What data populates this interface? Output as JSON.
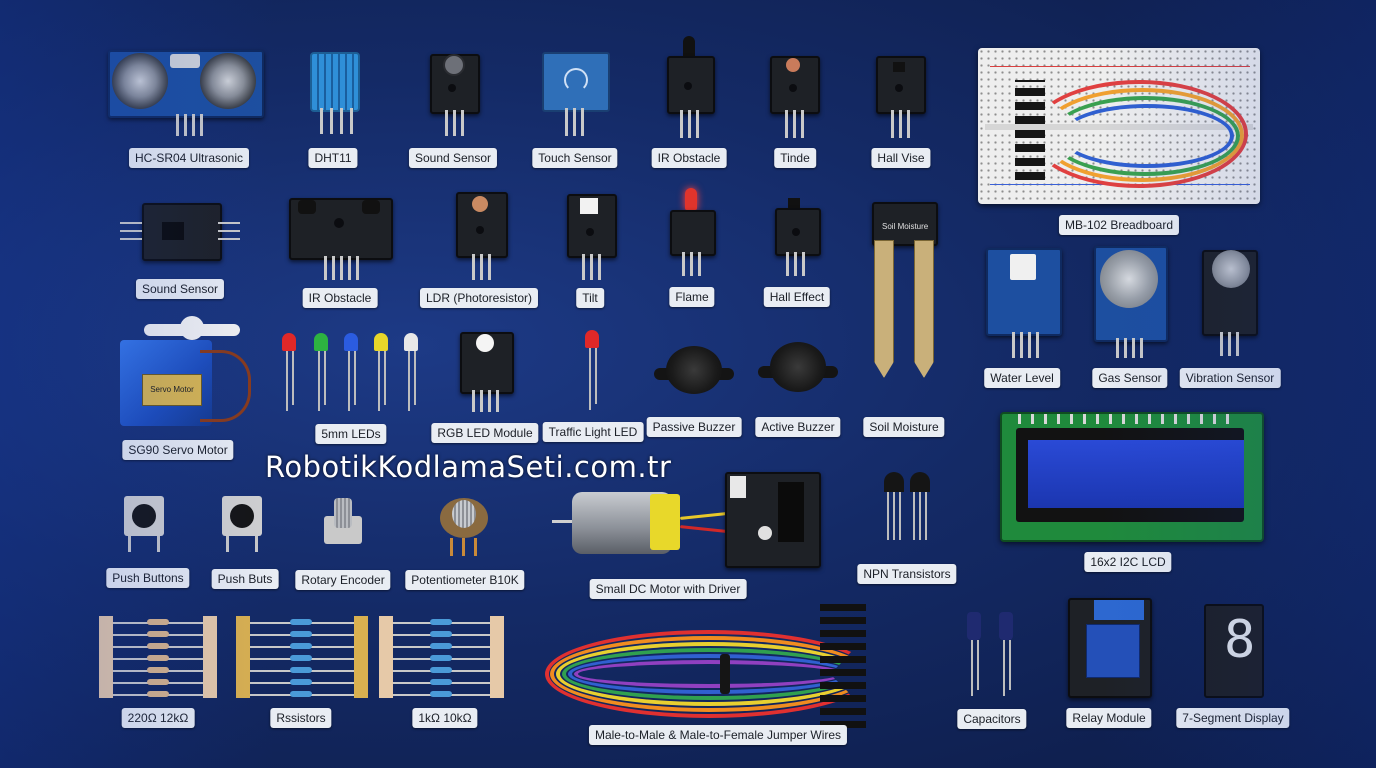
{
  "watermark": "RobotikKodlamaSeti.com.tr",
  "components": {
    "hc_sr04": "HC-SR04 Ultrasonic",
    "dht11": "DHT11",
    "sound_sensor_1": "Sound Sensor",
    "touch_sensor": "Touch Sensor",
    "ir_obstacle_1": "IR Obstacle",
    "tinde": "Tinde",
    "hall_vise": "Hall Vise",
    "breadboard": "MB-102 Breadboard",
    "sound_sensor_2": "Sound Sensor",
    "ir_obstacle_2": "IR Obstacle",
    "ldr": "LDR (Photoresistor)",
    "tilt": "Tilt",
    "flame": "Flame",
    "hall_effect": "Hall Effect",
    "soil_moisture": "Soil Moisture",
    "water_level": "Water Level",
    "gas_sensor": "Gas Sensor",
    "vibration_sensor": "Vibration Sensor",
    "servo": "SG90 Servo Motor",
    "leds": "5mm LEDs",
    "rgb_led": "RGB LED Module",
    "traffic_led": "Traffic Light LED",
    "passive_buzzer": "Passive Buzzer",
    "active_buzzer": "Active Buzzer",
    "lcd": "16x2 I2C LCD",
    "push_buttons": "Push Buttons",
    "push_buts": "Push Buts",
    "rotary_encoder": "Rotary Encoder",
    "potentiometer": "Potentiometer B10K",
    "dc_motor": "Small DC Motor with Driver",
    "npn": "NPN Transistors",
    "res_220": "220Ω 12kΩ",
    "resistors": "Rssistors",
    "res_1k": "1kΩ 10kΩ",
    "jumper_wires": "Male-to-Male & Male-to-Female Jumper Wires",
    "capacitors": "Capacitors",
    "relay": "Relay Module",
    "seven_seg": "7-Segment Display"
  },
  "board_text": {
    "soil_probe": "Soil Moisture",
    "servo_sticker": "Servo Motor",
    "seven_seg_digit": "8"
  },
  "colors": {
    "background": "#142a66",
    "label_bg": "#e9edf3",
    "pcb_black": "#1e2126",
    "pcb_blue": "#1d4fa0"
  }
}
